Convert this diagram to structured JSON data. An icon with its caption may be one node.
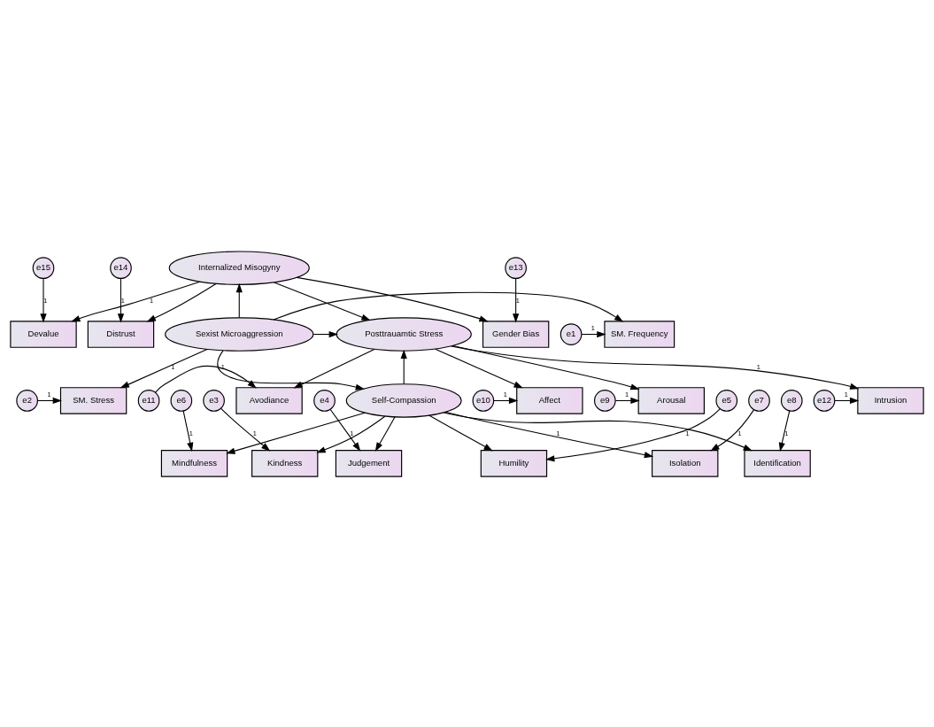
{
  "diagram": {
    "nodes": [
      {
        "text": [
          "e15"
        ]
      },
      {
        "text": [
          "e14"
        ]
      },
      {
        "text": [
          "e13"
        ]
      },
      {
        "text": [
          "Devalue"
        ]
      },
      {
        "text": [
          "Distrust"
        ]
      },
      {
        "text": [
          "Gender Bias"
        ]
      },
      {
        "text": [
          "Internalized Misogyny"
        ]
      },
      {
        "text": [
          "Intrusion"
        ]
      },
      {
        "text": [
          "e12"
        ]
      },
      {
        "text": [
          "e1"
        ]
      },
      {
        "text": [
          "SM. Frequency"
        ]
      },
      {
        "text": [
          "Sexist Microaggression"
        ]
      },
      {
        "text": [
          "Posttrauamtic Stress"
        ]
      },
      {
        "text": [
          "Avodiance"
        ]
      },
      {
        "text": [
          "e11"
        ]
      },
      {
        "text": [
          "e2"
        ]
      },
      {
        "text": [
          "SM. Stress"
        ]
      },
      {
        "text": [
          "Affect"
        ]
      },
      {
        "text": [
          "e10"
        ]
      },
      {
        "text": [
          "Arousal"
        ]
      },
      {
        "text": [
          "e9"
        ]
      },
      {
        "text": [
          "Self-Compassion"
        ]
      },
      {
        "text": [
          "Kindness"
        ]
      },
      {
        "text": [
          "Judgement"
        ]
      },
      {
        "text": [
          "Humility"
        ]
      },
      {
        "text": [
          "Mindfulness"
        ]
      },
      {
        "text": [
          "Isolation"
        ]
      },
      {
        "text": [
          "Identification"
        ]
      },
      {
        "text": [
          "e3"
        ]
      },
      {
        "text": [
          "e4"
        ]
      },
      {
        "text": [
          "e5"
        ]
      },
      {
        "text": [
          "e6"
        ]
      },
      {
        "text": [
          "e7"
        ]
      },
      {
        "text": [
          "e8"
        ]
      }
    ],
    "edges": [
      {
        "from": 0,
        "to": 3,
        "arrow": "to",
        "label": "1"
      },
      {
        "from": 1,
        "to": 4,
        "arrow": "to",
        "label": "1"
      },
      {
        "from": 2,
        "to": 5,
        "arrow": "to",
        "label": "1"
      },
      {
        "from": 6,
        "to": 3,
        "arrow": "to",
        "label": "1"
      },
      {
        "from": 6,
        "to": 4,
        "arrow": "to"
      },
      {
        "from": 6,
        "to": 5,
        "arrow": "to"
      },
      {
        "from": 11,
        "to": 6,
        "arrow": "to"
      },
      {
        "from": 6,
        "to": 12,
        "arrow": "to"
      },
      {
        "from": 8,
        "to": 7,
        "arrow": "to",
        "label": "1"
      },
      {
        "from": 12,
        "to": 7,
        "arrow": "to",
        "label": "1"
      },
      {
        "from": 12,
        "to": 13,
        "arrow": "to"
      },
      {
        "from": 14,
        "to": 13,
        "arrow": "to",
        "label": "1"
      },
      {
        "from": 12,
        "to": 17,
        "arrow": "to"
      },
      {
        "from": 18,
        "to": 17,
        "arrow": "to",
        "label": "1"
      },
      {
        "from": 12,
        "to": 19,
        "arrow": "to"
      },
      {
        "from": 20,
        "to": 19,
        "arrow": "to",
        "label": "1"
      },
      {
        "from": 9,
        "to": 10,
        "arrow": "to",
        "label": "1"
      },
      {
        "from": 11,
        "to": 10,
        "arrow": "to"
      },
      {
        "from": 11,
        "to": 16,
        "arrow": "to",
        "label": "1"
      },
      {
        "from": 15,
        "to": 16,
        "arrow": "to",
        "label": "1"
      },
      {
        "from": 11,
        "to": 12,
        "arrow": "to"
      },
      {
        "from": 11,
        "to": 21,
        "arrow": "to"
      },
      {
        "from": 21,
        "to": 12,
        "arrow": "to"
      },
      {
        "from": 21,
        "to": 22,
        "arrow": "to"
      },
      {
        "from": 21,
        "to": 23,
        "arrow": "to"
      },
      {
        "from": 21,
        "to": 24,
        "arrow": "to"
      },
      {
        "from": 21,
        "to": 25,
        "arrow": "to"
      },
      {
        "from": 21,
        "to": 26,
        "arrow": "to",
        "label": "1"
      },
      {
        "from": 21,
        "to": 27,
        "arrow": "to"
      },
      {
        "from": 28,
        "to": 22,
        "arrow": "to",
        "label": "1"
      },
      {
        "from": 29,
        "to": 23,
        "arrow": "to",
        "label": "1"
      },
      {
        "from": 30,
        "to": 24,
        "arrow": "to",
        "label": "1"
      },
      {
        "from": 31,
        "to": 25,
        "arrow": "to",
        "label": "1"
      },
      {
        "from": 32,
        "to": 26,
        "arrow": "to",
        "label": "1"
      },
      {
        "from": 33,
        "to": 27,
        "arrow": "to",
        "label": "1"
      }
    ]
  }
}
